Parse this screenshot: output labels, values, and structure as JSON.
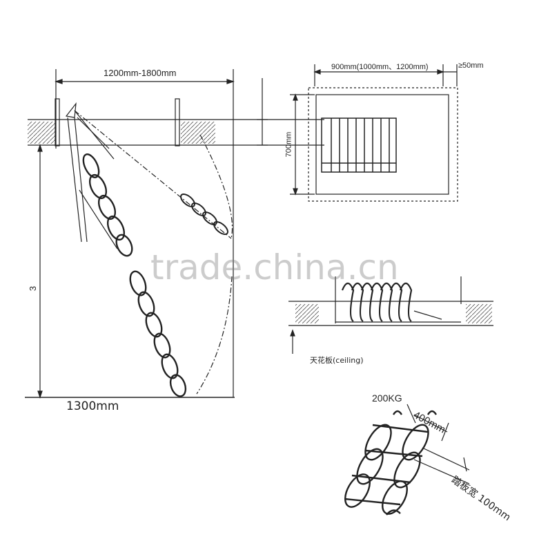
{
  "side_view": {
    "opening_width": "1200mm-1800mm",
    "height": "3",
    "floor_length": "1300mm"
  },
  "top_view": {
    "width": "900mm(1000mm、1200mm)",
    "clearance": "≥50mm",
    "depth": "700mm"
  },
  "folded_view": {
    "ceiling_label": "天花板(ceiling)"
  },
  "step_detail": {
    "load": "200KG",
    "step_width": "400mm",
    "tread_depth": "踏板宽 100mm"
  },
  "watermark": "trade.china.cn"
}
